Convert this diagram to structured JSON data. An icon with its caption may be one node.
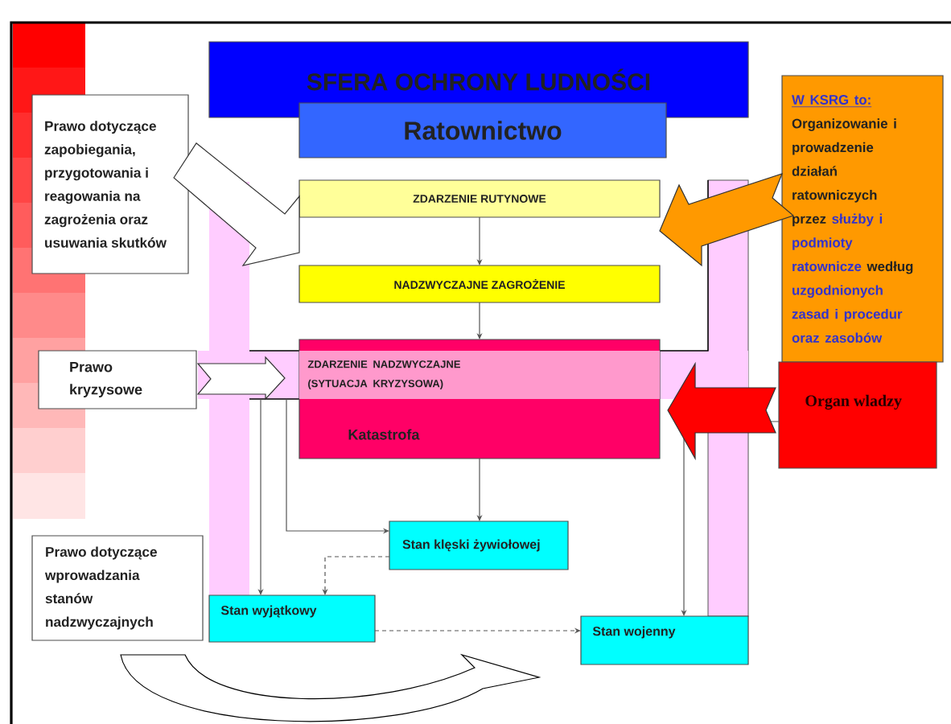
{
  "diagram": {
    "nodes": [
      {
        "text": [
          "SFERA OCHRONY LUDNOŚCI"
        ]
      },
      {
        "text": [
          "Ratownictwo"
        ]
      },
      {
        "text": [
          "Prawo dotyczące zapobiegania, przygotowania i reagowania na zagrożenia oraz usuwania skutków"
        ]
      },
      {
        "text": [
          "W KSRG to:",
          "Organizowanie i prowadzenie działań ratowniczych przez",
          "służby i podmioty ratownicze",
          "według",
          "uzgodnionych zasad i procedur oraz zasobów"
        ]
      },
      {
        "text": [
          "ZDARZENIE RUTYNOWE"
        ]
      },
      {
        "text": [
          "NADZWYCZAJNE ZAGROŻENIE"
        ]
      },
      {
        "text": [
          "Prawo kryzysowe"
        ]
      },
      {
        "text": [
          "ZDARZENIE NADZWYCZAJNE (SYTUACJA KRYZYSOWA)",
          "Katastrofa"
        ]
      },
      {
        "text": [
          "Organ wladzy"
        ]
      },
      {
        "text": [
          "Stan klęski żywiołowej"
        ]
      },
      {
        "text": [
          "Prawo dotyczące wprowadzania stanów nadzwyczajnych"
        ]
      },
      {
        "text": [
          "Stan wyjątkowy"
        ]
      },
      {
        "text": [
          "Stan wojenny"
        ]
      }
    ],
    "edges": [
      {
        "from": 2,
        "to": 4,
        "arrow": "to",
        "style": "thick"
      },
      {
        "from": 3,
        "to": 4,
        "arrow": "to",
        "style": "thick",
        "color": "#ff9900"
      },
      {
        "from": 4,
        "to": 5,
        "arrow": "to"
      },
      {
        "from": 5,
        "to": 7,
        "arrow": "to"
      },
      {
        "from": 6,
        "to": 7,
        "arrow": "to",
        "style": "thick"
      },
      {
        "from": 8,
        "to": 7,
        "arrow": "to",
        "style": "thick",
        "color": "#ff0000"
      },
      {
        "from": 7,
        "to": 9,
        "arrow": "to"
      },
      {
        "from": 7,
        "to": 9,
        "arrow": "to"
      },
      {
        "from": 7,
        "to": 11,
        "arrow": "to"
      },
      {
        "from": 8,
        "to": 12,
        "arrow": "to"
      },
      {
        "from": 9,
        "to": 11,
        "arrow": "to",
        "style": "dashed"
      },
      {
        "from": 11,
        "to": 12,
        "arrow": "to",
        "style": "dashed"
      }
    ]
  }
}
